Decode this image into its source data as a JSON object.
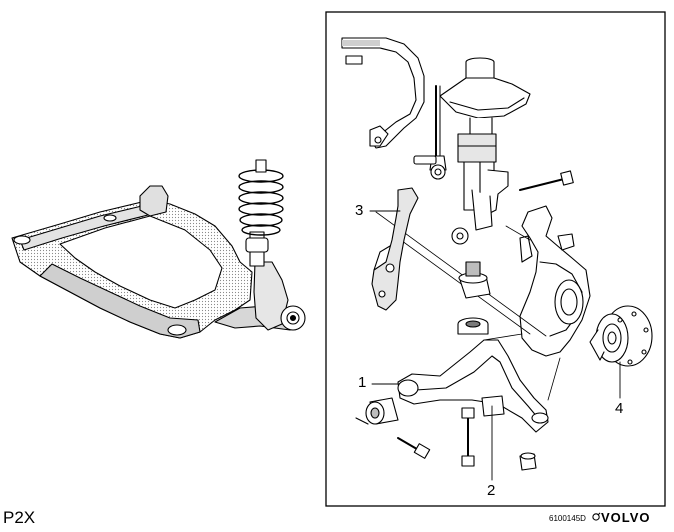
{
  "diagram": {
    "model_label": "P2X",
    "reference_code": "6100145D",
    "brand": "VOLVO",
    "callouts": [
      "1",
      "2",
      "3",
      "4"
    ]
  },
  "colors": {
    "line": "#000000",
    "fill": "#ffffff",
    "shade": "#d9d9d9",
    "dark_shade": "#a6a6a6"
  }
}
